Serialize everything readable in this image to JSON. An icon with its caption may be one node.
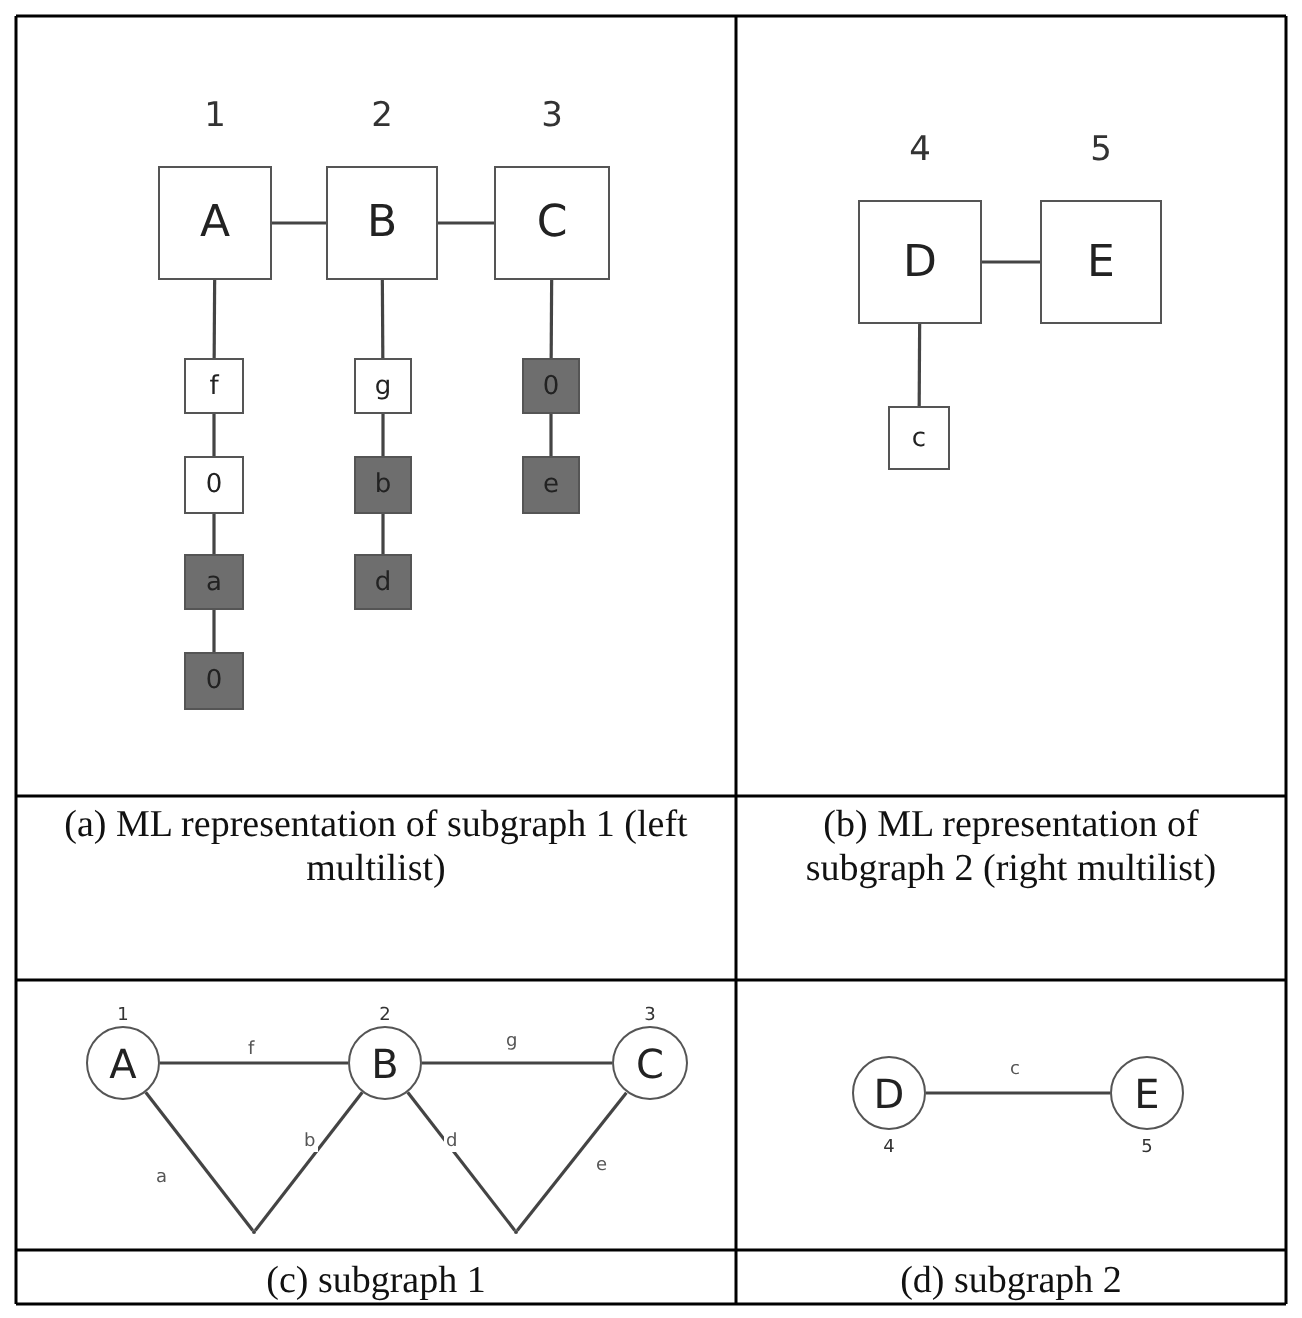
{
  "diagram": {
    "nodes": [
      {
        "text": [
          "A"
        ],
        "beside": [
          "1"
        ]
      },
      {
        "text": [
          "B"
        ],
        "beside": [
          "2"
        ]
      },
      {
        "text": [
          "C"
        ],
        "beside": [
          "3"
        ]
      },
      {
        "text": [
          "f"
        ]
      },
      {
        "text": [
          "0"
        ]
      },
      {
        "text": [
          "a"
        ]
      },
      {
        "text": [
          "0"
        ]
      },
      {
        "text": [
          "g"
        ]
      },
      {
        "text": [
          "b"
        ]
      },
      {
        "text": [
          "d"
        ]
      },
      {
        "text": [
          "0"
        ]
      },
      {
        "text": [
          "e"
        ]
      },
      {
        "text": [
          "D"
        ],
        "beside": [
          "4"
        ]
      },
      {
        "text": [
          "E"
        ],
        "beside": [
          "5"
        ]
      },
      {
        "text": [
          "c"
        ]
      },
      {
        "text": [
          "A"
        ],
        "beside": [
          "1"
        ]
      },
      {
        "text": [
          "B"
        ],
        "beside": [
          "2"
        ]
      },
      {
        "text": [
          "C"
        ],
        "beside": [
          "3"
        ]
      },
      {
        "text": [],
        "shape": "point"
      },
      {
        "text": [],
        "shape": "point"
      },
      {
        "text": [
          "D"
        ],
        "beside": [
          "4"
        ]
      },
      {
        "text": [
          "E"
        ],
        "beside": [
          "5"
        ]
      }
    ],
    "edges": [
      {
        "from": 0,
        "to": 1,
        "arrow": "none"
      },
      {
        "from": 1,
        "to": 2,
        "arrow": "none"
      },
      {
        "from": 0,
        "to": 3,
        "arrow": "none"
      },
      {
        "from": 3,
        "to": 4,
        "arrow": "none"
      },
      {
        "from": 4,
        "to": 5,
        "arrow": "none"
      },
      {
        "from": 5,
        "to": 6,
        "arrow": "none"
      },
      {
        "from": 1,
        "to": 7,
        "arrow": "none"
      },
      {
        "from": 7,
        "to": 8,
        "arrow": "none"
      },
      {
        "from": 8,
        "to": 9,
        "arrow": "none"
      },
      {
        "from": 2,
        "to": 10,
        "arrow": "none"
      },
      {
        "from": 10,
        "to": 11,
        "arrow": "none"
      },
      {
        "from": 12,
        "to": 13,
        "arrow": "none"
      },
      {
        "from": 12,
        "to": 14,
        "arrow": "none"
      },
      {
        "from": 15,
        "to": 16,
        "arrow": "none",
        "label": "f"
      },
      {
        "from": 16,
        "to": 17,
        "arrow": "none",
        "label": "g"
      },
      {
        "from": 15,
        "to": 18,
        "arrow": "none",
        "label": "a"
      },
      {
        "from": 18,
        "to": 16,
        "arrow": "none",
        "label": "b"
      },
      {
        "from": 16,
        "to": 19,
        "arrow": "none",
        "label": "d"
      },
      {
        "from": 19,
        "to": 17,
        "arrow": "none",
        "label": "e"
      },
      {
        "from": 20,
        "to": 21,
        "arrow": "none",
        "label": "c"
      }
    ],
    "labels": [
      "(a) ML representation of subgraph 1 (left multilist)",
      "(b) ML representation of subgraph 2 (right multilist)",
      "(c) subgraph 1",
      "(d) subgraph 2"
    ]
  }
}
